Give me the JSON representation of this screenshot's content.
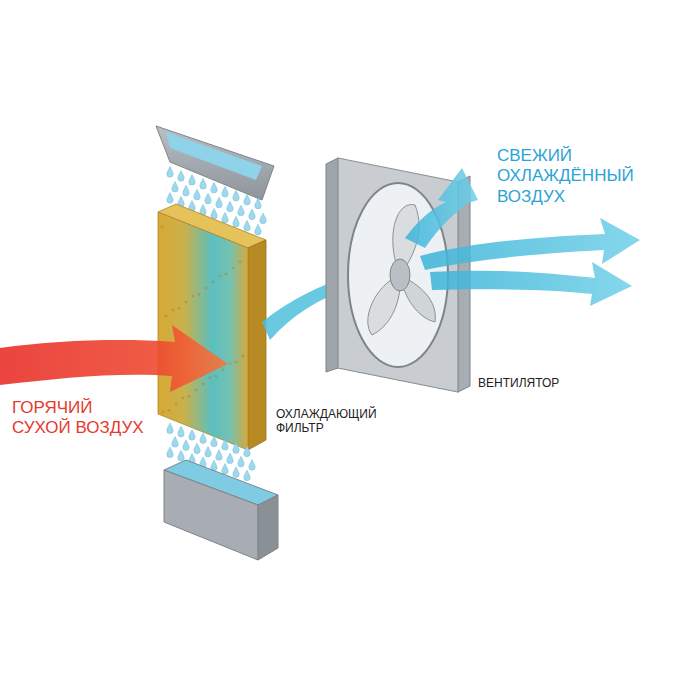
{
  "diagram": {
    "labels": [
      "ГОРЯЧИЙ СУХОЙ ВОЗДУХ",
      "ОХЛАЖДАЮЩИЙ ФИЛЬТР",
      "ВЕНТИЛЯТОР",
      "СВЕЖИЙ ОХЛАЖДЁННЫЙ ВОЗДУХ"
    ]
  }
}
